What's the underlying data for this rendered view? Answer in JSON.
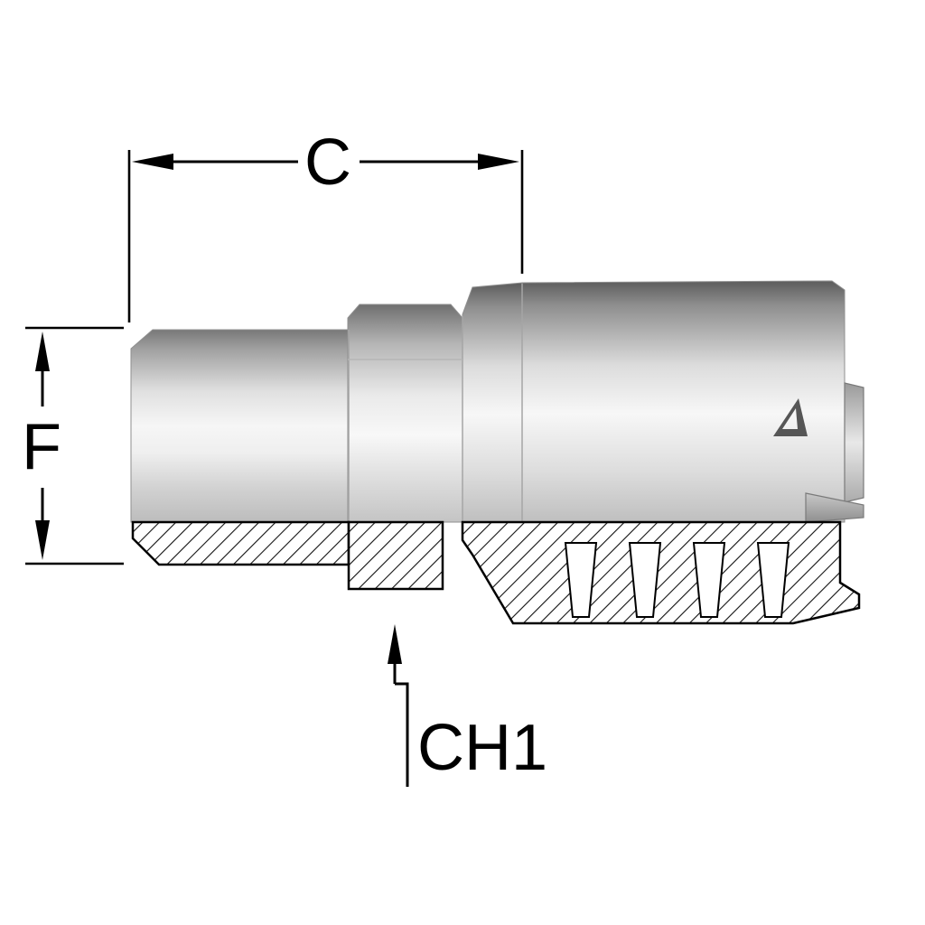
{
  "diagram": {
    "type": "technical-drawing",
    "subject": "hydraulic-hose-fitting-cross-section",
    "dimensions": {
      "c": {
        "label": "C",
        "orientation": "horizontal",
        "position": "top"
      },
      "f": {
        "label": "F",
        "orientation": "vertical",
        "position": "left"
      },
      "ch1": {
        "label": "CH1",
        "orientation": "leader",
        "position": "bottom"
      }
    },
    "logo": {
      "icon": "stylized-a-logo"
    },
    "colors": {
      "line": "#000000",
      "background": "#ffffff",
      "metal_dark": "#5c5c5c",
      "metal_mid": "#c9c9c9",
      "metal_light": "#f6f6f6",
      "hatch": "#111111"
    }
  }
}
